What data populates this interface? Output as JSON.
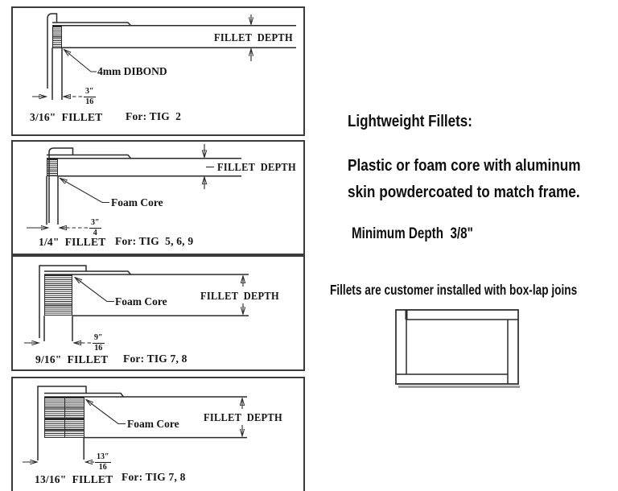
{
  "panels": [
    {
      "depth_label": "FILLET  DEPTH",
      "material_label": "4mm DIBOND",
      "dim_numerator": "3″",
      "dim_denominator": "16",
      "size_caption": "3/16\"  FILLET",
      "for_caption": "For: TIG  2"
    },
    {
      "depth_label": "FILLET  DEPTH",
      "material_label": "Foam Core",
      "dim_numerator": "3″",
      "dim_denominator": "4",
      "size_caption": "1/4\"  FILLET",
      "for_caption": "For: TIG  5, 6, 9"
    },
    {
      "depth_label": "FILLET  DEPTH",
      "material_label": "Foam Core",
      "dim_numerator": "9″",
      "dim_denominator": "16",
      "size_caption": "9/16\"  FILLET",
      "for_caption": "For: TIG 7, 8"
    },
    {
      "depth_label": "FILLET  DEPTH",
      "material_label": "Foam Core",
      "dim_numerator": "13″",
      "dim_denominator": "16",
      "size_caption": "13/16\"  FILLET",
      "for_caption": "For: TIG 7, 8"
    }
  ],
  "sidebar": {
    "title": "Lightweight Fillets:",
    "body_line1": "Plastic or foam core with aluminum",
    "body_line2": "skin powdercoated to match frame.",
    "min_depth": "Minimum Depth  3/8\"",
    "install_note": "Fillets are customer installed with box-lap joins"
  },
  "colors": {
    "line": "#2a2a2a",
    "panel_border": "#3b3b3b",
    "text": "#111111",
    "background": "#ffffff",
    "shadow": "#9a9a9a"
  }
}
